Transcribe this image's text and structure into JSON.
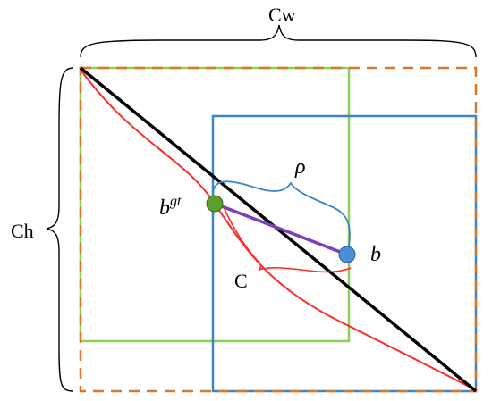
{
  "labels": {
    "enclosing_width": "Cw",
    "enclosing_height": "Ch",
    "center_distance": "ρ",
    "gt_box_center_base": "b",
    "gt_box_center_sup": "gt",
    "pred_box_center": "b",
    "diagonal": "C"
  },
  "colors": {
    "enclosing_box": "#d9772b",
    "gt_box": "#8fce5a",
    "pred_box": "#3d85c6",
    "diagonal": "#000000",
    "center_line": "#7b3fbf",
    "curve": "#ff2a2a",
    "brace_rho": "#3d85c6",
    "gt_center_dot": "#5aa02c",
    "pred_center_dot": "#4a8fd6",
    "text": "#000000"
  }
}
